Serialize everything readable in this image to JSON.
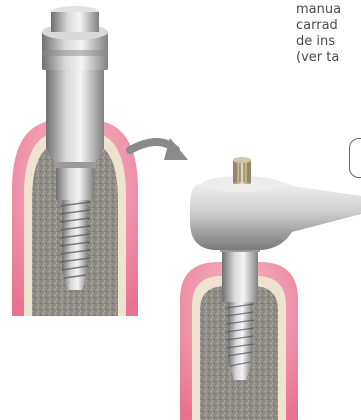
{
  "caption": {
    "line1": "manua",
    "line2": "carrad",
    "line3": "de ins",
    "line4": "(ver ta"
  },
  "colors": {
    "gum": "#f08fa6",
    "bone_outer": "#efe3cf",
    "bone_inner": "#8e8a85",
    "metal_dark": "#7e7e7e",
    "metal_light": "#e6e6e6",
    "arrow": "#8a8a8a"
  }
}
